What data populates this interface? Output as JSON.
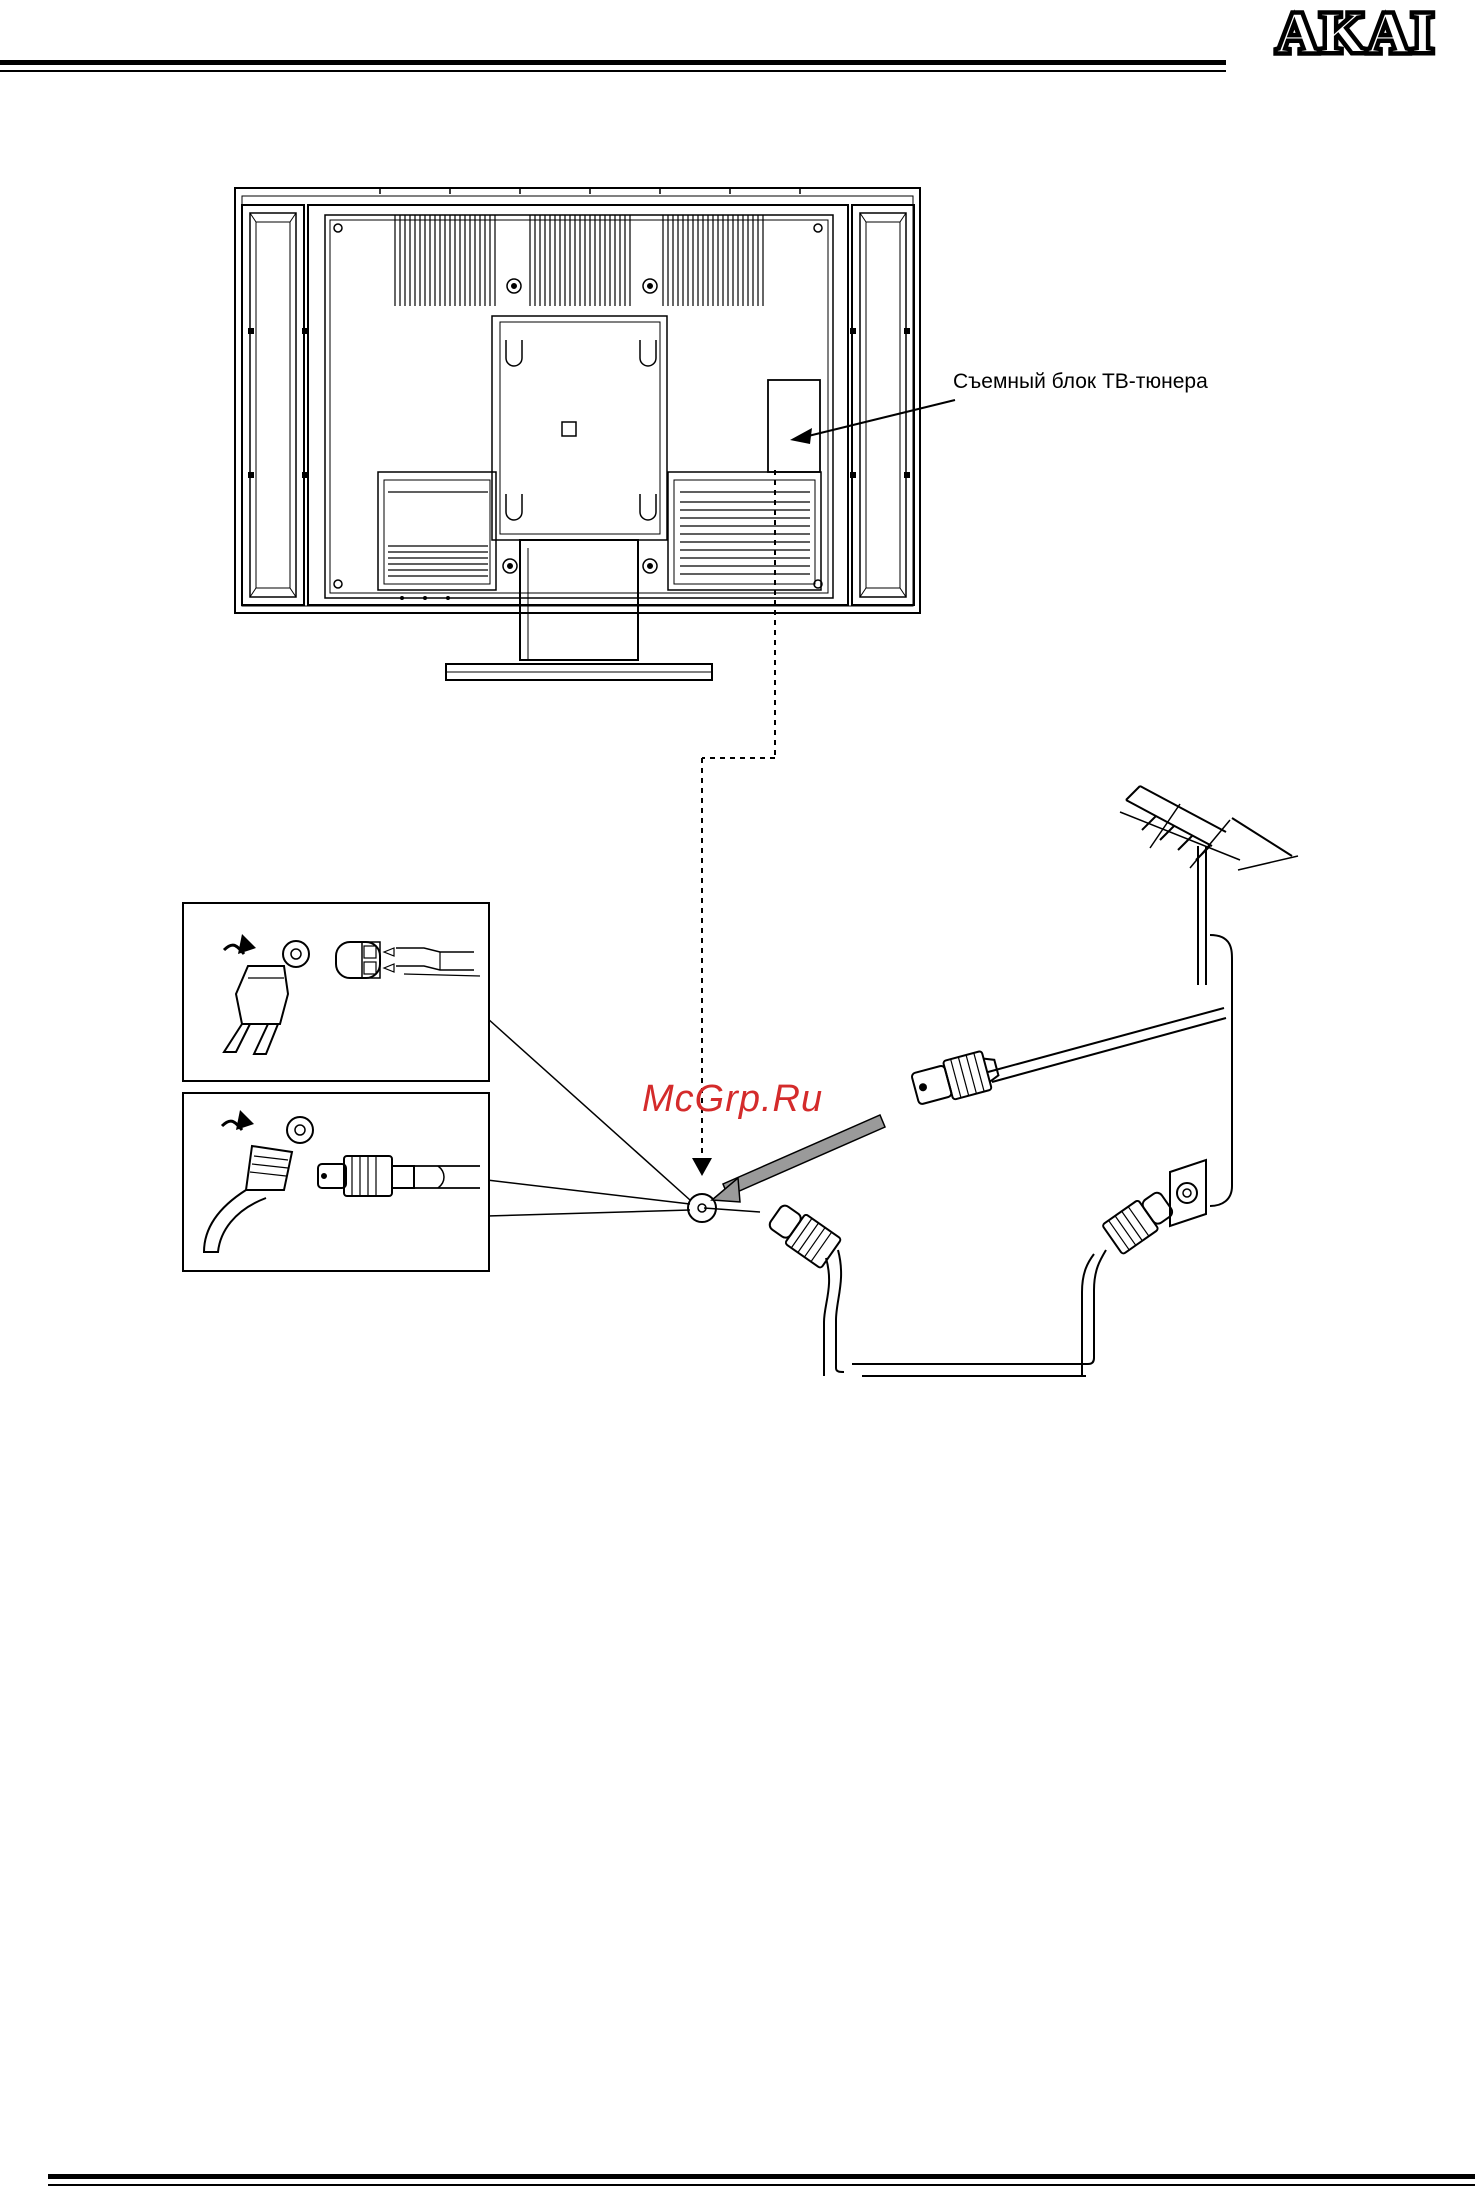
{
  "header": {
    "brand_logo": "AKAI"
  },
  "diagram": {
    "callout_label": "Съемный блок ТВ-тюнера",
    "watermark": "McGrp.Ru"
  },
  "colors": {
    "ink": "#000000",
    "watermark": "#d42b2b",
    "arrow_fill": "#9a9a9a"
  },
  "icons": [
    "tv-rear-view",
    "antenna-icon",
    "wall-socket-icon",
    "coax-plug-icon",
    "flat-cable-plug-icon"
  ]
}
